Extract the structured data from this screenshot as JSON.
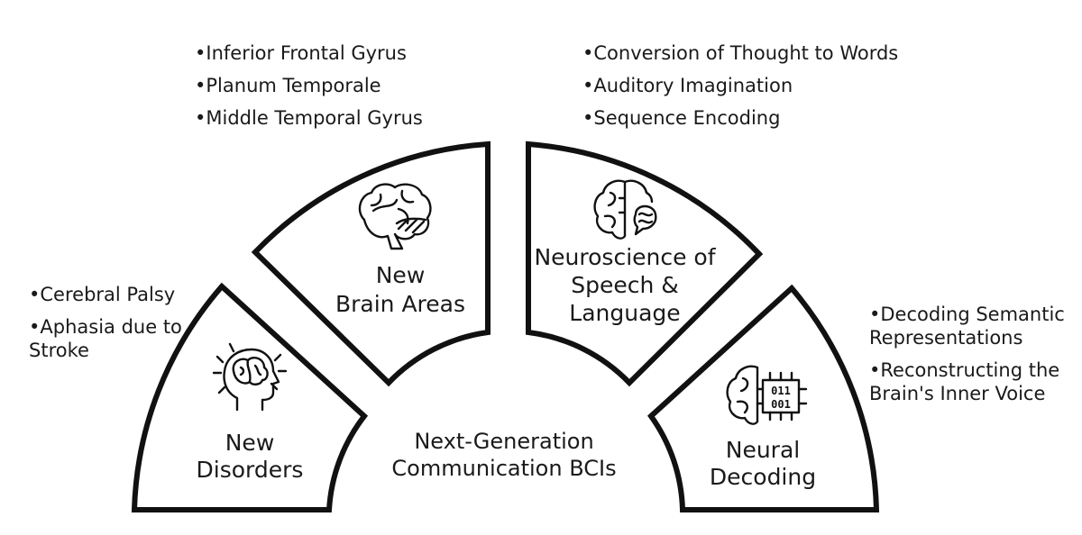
{
  "center_label": {
    "line1": "Next-Generation",
    "line2": "Communication BCIs"
  },
  "segments": {
    "new_disorders": {
      "label_line1": "New",
      "label_line2": "Disorders",
      "icon": "head-brain-icon",
      "bullets": [
        "Cerebral Palsy",
        "Aphasia due to Stroke"
      ]
    },
    "new_brain_areas": {
      "label_line1": "New",
      "label_line2": "Brain Areas",
      "icon": "brain-regions-icon",
      "bullets": [
        "Inferior Frontal Gyrus",
        "Planum Temporale",
        "Middle Temporal Gyrus"
      ]
    },
    "neuroscience": {
      "label_line1": "Neuroscience of",
      "label_line2": "Speech &",
      "label_line3": "Language",
      "icon": "brain-speech-icon",
      "bullets": [
        "Conversion of Thought to Words",
        "Auditory Imagination",
        "Sequence Encoding"
      ]
    },
    "neural_decoding": {
      "label_line1": "Neural",
      "label_line2": "Decoding",
      "icon": "brain-chip-icon",
      "chip_line1": "011",
      "chip_line2": "001",
      "bullets": [
        "Decoding Semantic Representations",
        "Reconstructing the Brain's Inner Voice"
      ]
    }
  }
}
